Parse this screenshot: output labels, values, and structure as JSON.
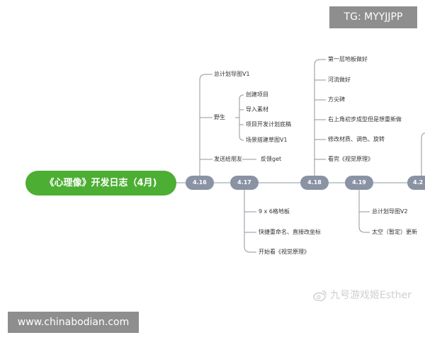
{
  "colors": {
    "root_fill": "#4cae32",
    "date_fill": "#8a93a3",
    "line": "#8f969e",
    "text": "#333333"
  },
  "root": {
    "label": "《心理像》开发日志（4月)"
  },
  "dates": [
    "4.16",
    "4.17",
    "4.18",
    "4.19",
    "4.2"
  ],
  "branches": {
    "d416": {
      "zongjihua": "总计划导图V1",
      "yesheng": "野生",
      "yesheng_children": [
        "创建项目",
        "导入素材",
        "项目开发计划底稿",
        "场景搭建草图V1"
      ],
      "fasong": "发送给朋友",
      "fankui": "反馈get"
    },
    "d417": [
      "9 x 6格地板",
      "快捷重命名、直接改坐标",
      "开始看《视觉原理》"
    ],
    "d418": [
      "第一层地板做好",
      "河流做好",
      "方尖碑",
      "右上角初步成型但是想重新做",
      "修改材质、调色、旋转",
      "看完《视觉原理》"
    ],
    "d419": [
      "总计划导图V2",
      "太空（暂定）更新"
    ]
  },
  "watermarks": {
    "top_left": "TG: MYYJJPP",
    "bottom_left": "www.chinabodian.com",
    "bottom_right": "九号游戏姬Esther"
  }
}
